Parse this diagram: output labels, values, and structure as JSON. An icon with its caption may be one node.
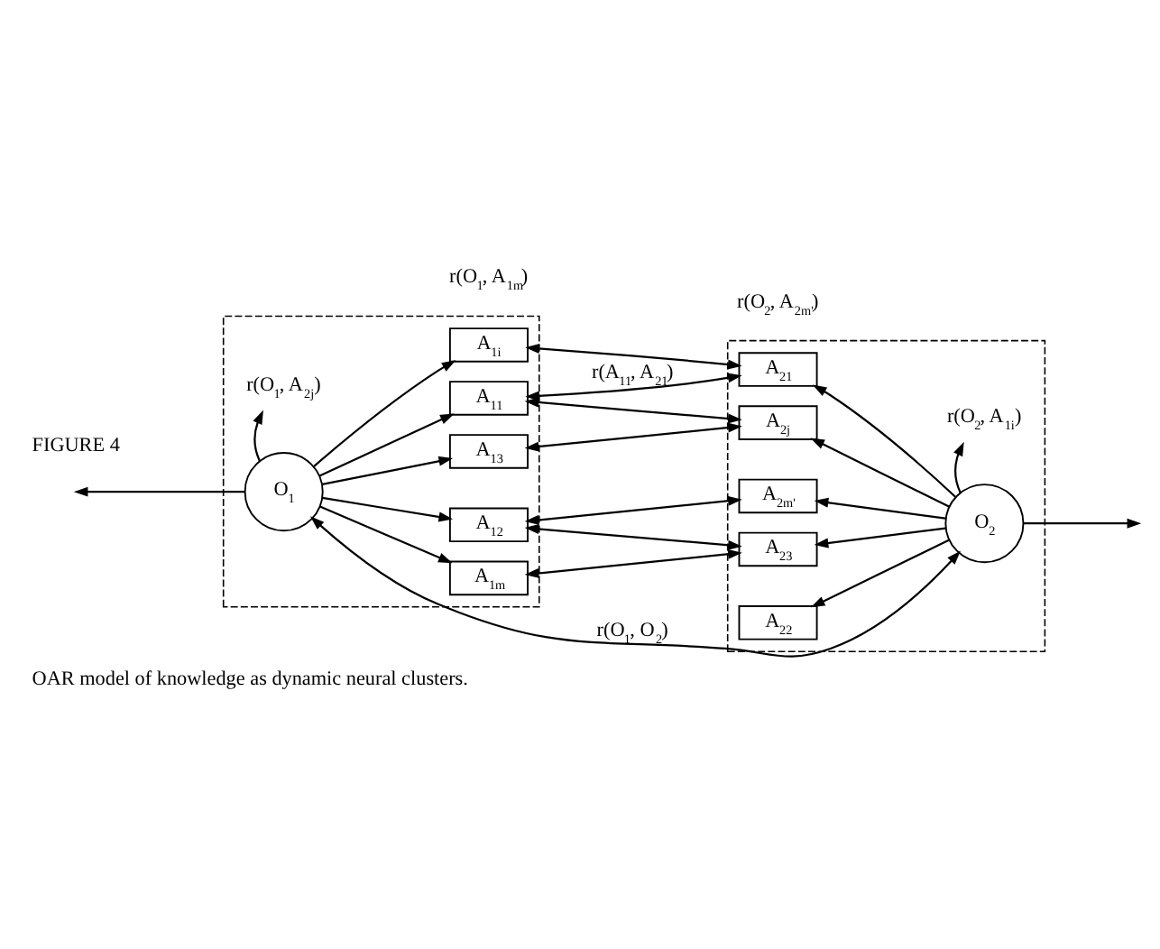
{
  "diagram": {
    "caption": "OAR model of knowledge as dynamic neural clusters.",
    "nodes": [
      {
        "text": [],
        "shape": "box"
      },
      {
        "text": [
          "O$_{1}$"
        ],
        "in": 0
      },
      {
        "text": [
          "A$_{11}$"
        ],
        "in": 0
      },
      {
        "text": [
          "A$_{12}$"
        ],
        "in": 0
      },
      {
        "text": [
          "A$_{13}$"
        ],
        "in": 0
      },
      {
        "text": [
          "A$_{1i}$"
        ],
        "in": 0
      },
      {
        "text": [
          "A$_{1m}$"
        ],
        "in": 0
      },
      {
        "text": [
          "r(O$_{1}$, A$_{2j}$)"
        ],
        "in": 0
      },
      {
        "text": [],
        "shape": "box"
      },
      {
        "text": [
          "O$_{2}$"
        ],
        "in": 8
      },
      {
        "text": [
          "A$_{21}$"
        ],
        "in": 8
      },
      {
        "text": [
          "A$_{22}$"
        ],
        "in": 8
      },
      {
        "text": [
          "A$_{23}$"
        ],
        "in": 8
      },
      {
        "text": [
          "A$_{2j}$"
        ],
        "in": 8
      },
      {
        "text": [
          "A$_{2m'}$"
        ],
        "in": 8
      },
      {
        "text": [
          "r(O$_{2}$, A$_{1i}$)"
        ],
        "in": 8
      }
    ],
    "edges": [
      {
        "from": 1,
        "to": 9,
        "arrow": "both",
        "label": "r(O$_{1}$, O$_{2}$)"
      },
      {
        "from": 1,
        "to": null,
        "arrow": "to"
      },
      {
        "from": 1,
        "to": 7,
        "arrow": "to"
      },
      {
        "from": 1,
        "to": 2,
        "arrow": "to"
      },
      {
        "from": 1,
        "to": 3,
        "arrow": "to"
      },
      {
        "from": 1,
        "to": 4,
        "arrow": "to"
      },
      {
        "from": 1,
        "to": 5,
        "arrow": "to"
      },
      {
        "from": 1,
        "to": 6,
        "arrow": "to"
      },
      {
        "from": 2,
        "to": 10,
        "arrow": "both",
        "label": "r(A$_{11}$, A$_{21}$)"
      },
      {
        "from": 2,
        "to": 13,
        "arrow": "both"
      },
      {
        "from": 3,
        "to": 12,
        "arrow": "both"
      },
      {
        "from": 3,
        "to": 14,
        "arrow": "both"
      },
      {
        "from": 4,
        "to": 13,
        "arrow": "both"
      },
      {
        "from": 5,
        "to": 10,
        "arrow": "both"
      },
      {
        "from": 6,
        "to": 12,
        "arrow": "both"
      },
      {
        "from": 9,
        "to": null,
        "arrow": "to"
      },
      {
        "from": 9,
        "to": 15,
        "arrow": "to"
      },
      {
        "from": 9,
        "to": 10,
        "arrow": "to"
      },
      {
        "from": 9,
        "to": 11,
        "arrow": "to"
      },
      {
        "from": 9,
        "to": 12,
        "arrow": "to"
      },
      {
        "from": 9,
        "to": 13,
        "arrow": "to"
      },
      {
        "from": 9,
        "to": 14,
        "arrow": "to"
      }
    ],
    "labels": [
      "r(O$_{1}$, A$_{1m}$)",
      "r(O$_{2}$, A$_{2m'}$)",
      "FIGURE 4"
    ]
  }
}
